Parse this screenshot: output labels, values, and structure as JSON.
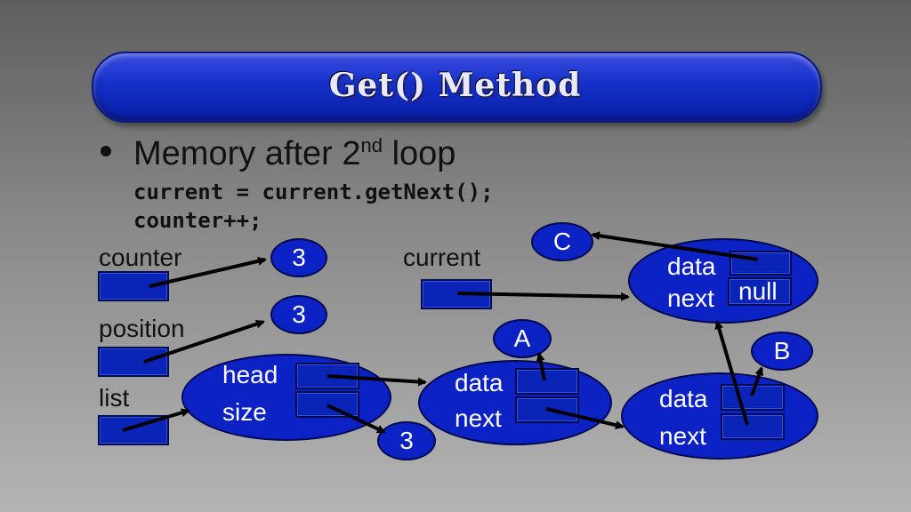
{
  "slide": {
    "title": "Get() Method",
    "bullet_main": "Memory after 2",
    "bullet_sup": "nd",
    "bullet_tail": " loop",
    "code_line1": "current = current.getNext();",
    "code_line2": "counter++;"
  },
  "variables": {
    "counter_label": "counter",
    "counter_value": "3",
    "position_label": "position",
    "position_value": "3",
    "list_label": "list",
    "current_label": "current"
  },
  "list_node": {
    "head_label": "head",
    "size_label": "size",
    "size_value": "3"
  },
  "node1": {
    "data_label": "data",
    "next_label": "next",
    "data_value": "A"
  },
  "node2": {
    "data_label": "data",
    "next_label": "next",
    "data_value": "B"
  },
  "node3": {
    "data_label": "data",
    "next_label": "next",
    "next_value": "null",
    "data_value": "C"
  },
  "colors": {
    "node_fill": "#0c22c4",
    "background_top": "#5e5e5e",
    "title_fill": "#1430c8"
  }
}
